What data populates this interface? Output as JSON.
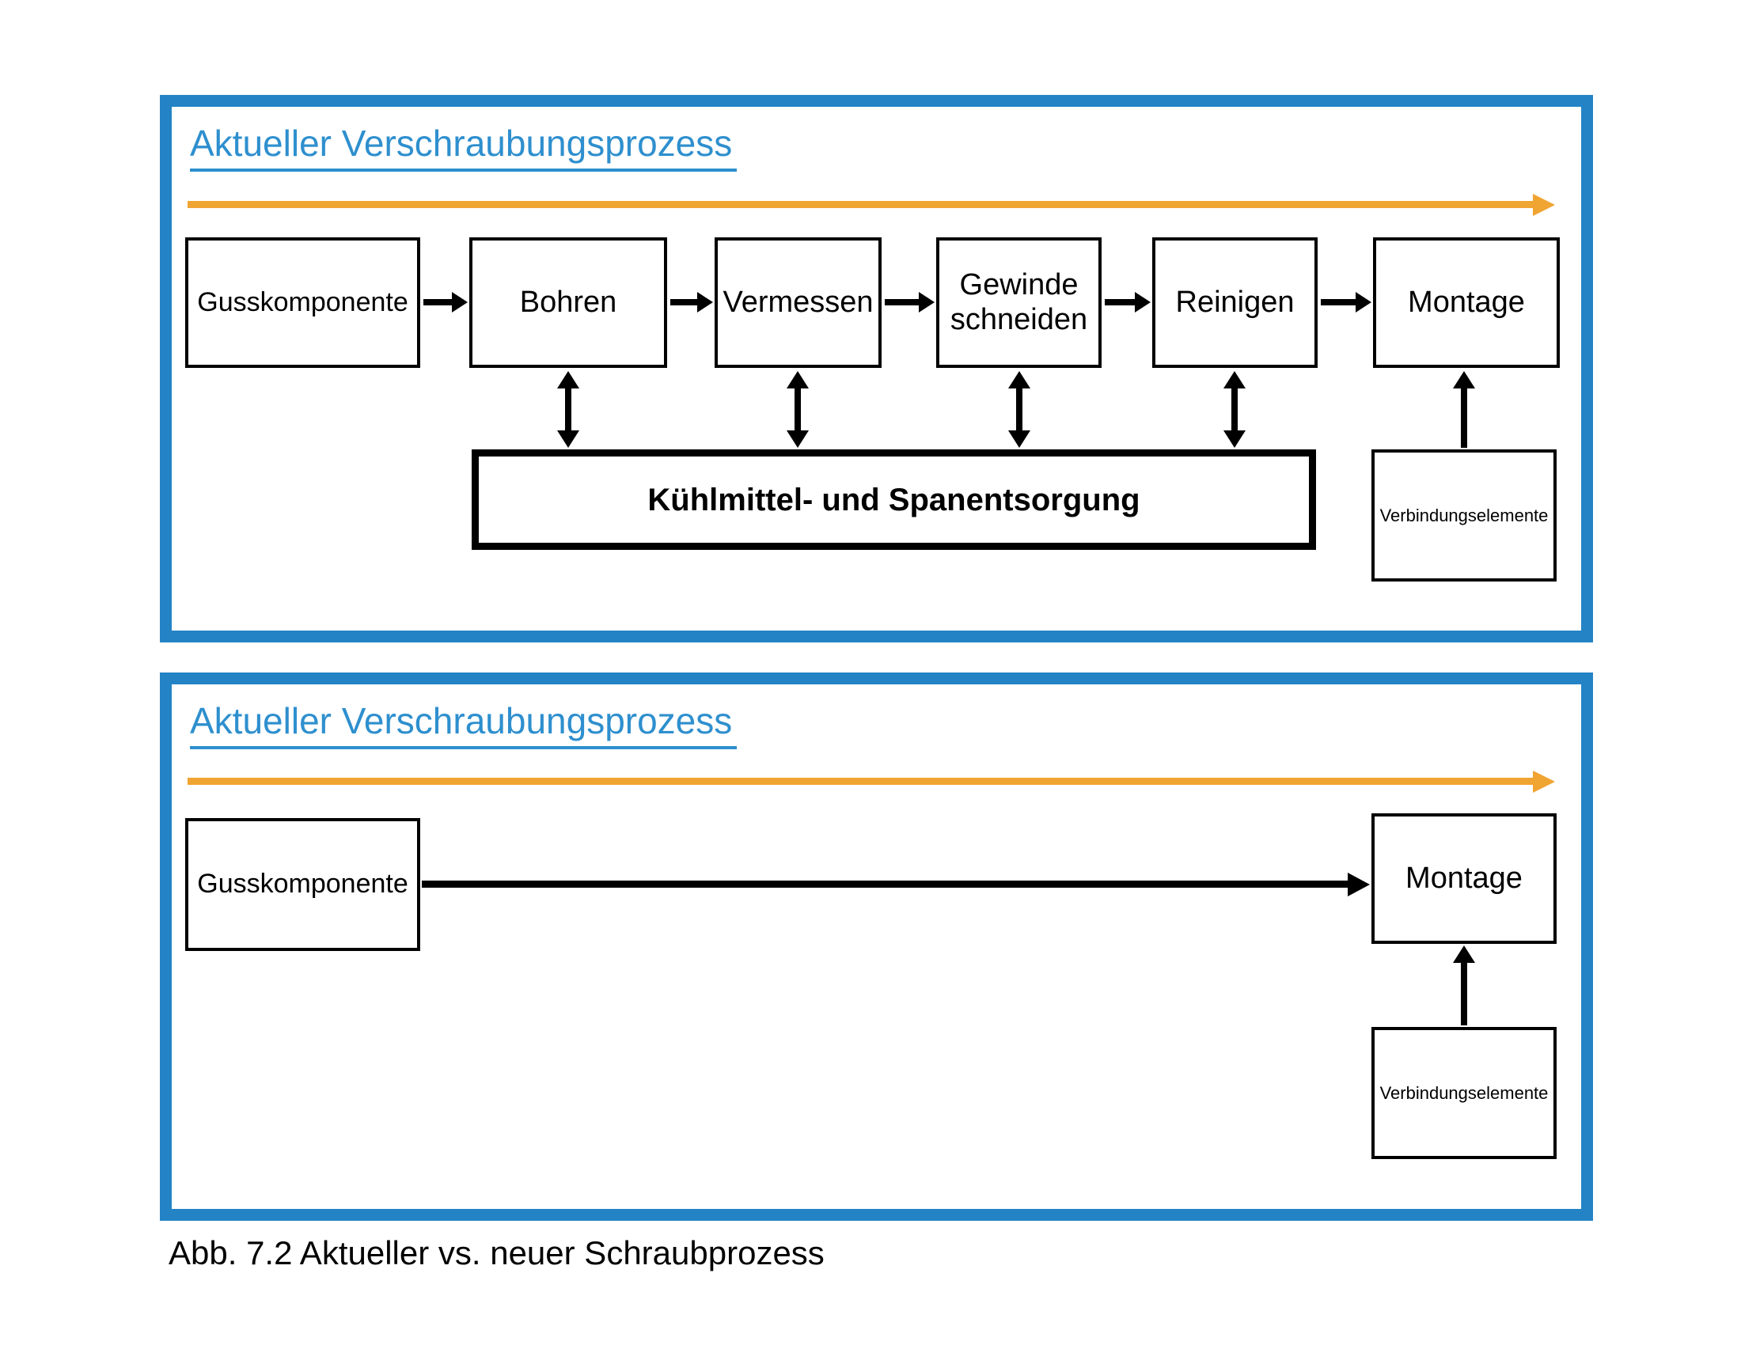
{
  "top_panel": {
    "title": "Aktueller Verschraubungsprozess",
    "steps": [
      "Gusskomponente",
      "Bohren",
      "Vermessen",
      "Gewinde schneiden",
      "Reinigen",
      "Montage"
    ],
    "shared_station": "Kühlmittel- und Spanentsorgung",
    "supply_label": "Verbindungselemente"
  },
  "bottom_panel": {
    "title": "Aktueller Verschraubungsprozess",
    "start_step": "Gusskomponente",
    "end_step": "Montage",
    "supply_label": "Verbindungselemente"
  },
  "caption": "Abb. 7.2 Aktueller vs. neuer Schraubprozess",
  "colors": {
    "panel_border": "#2383c5",
    "title_text": "#2e8fce",
    "timeline_arrow": "#f0a431",
    "box_border": "#000000",
    "background": "#ffffff"
  }
}
